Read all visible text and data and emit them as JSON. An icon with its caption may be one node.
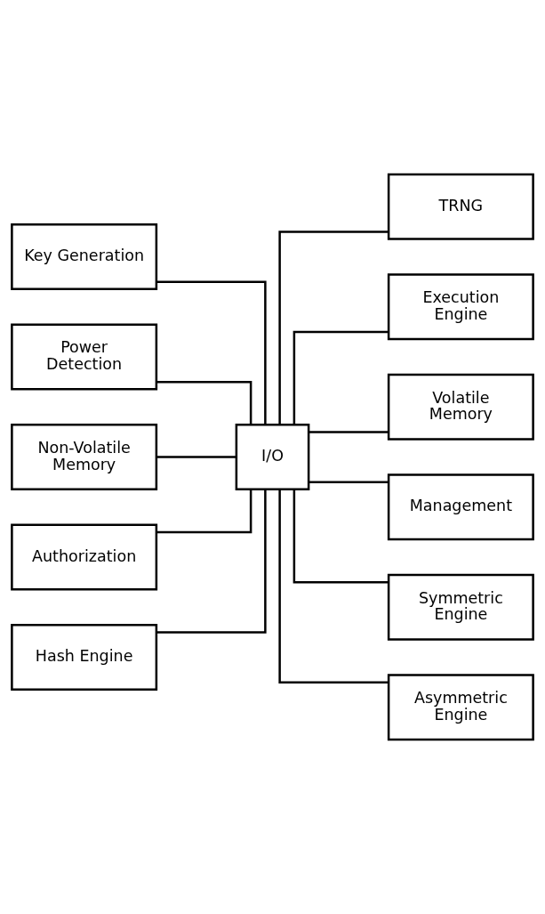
{
  "diagram": {
    "nodes": [
      {
        "text": [
          "I/O"
        ]
      },
      {
        "text": [
          "Key Generation"
        ]
      },
      {
        "text": [
          "Power Detection"
        ]
      },
      {
        "text": [
          "Non-Volatile Memory"
        ]
      },
      {
        "text": [
          "Authorization"
        ]
      },
      {
        "text": [
          "Hash Engine"
        ]
      },
      {
        "text": [
          "TRNG"
        ]
      },
      {
        "text": [
          "Execution Engine"
        ]
      },
      {
        "text": [
          "Volatile Memory"
        ]
      },
      {
        "text": [
          "Management"
        ]
      },
      {
        "text": [
          "Symmetric Engine"
        ]
      },
      {
        "text": [
          "Asymmetric Engine"
        ]
      }
    ],
    "edges": [
      {
        "from": 0,
        "to": 6,
        "arrow": "none"
      },
      {
        "from": 0,
        "to": 1,
        "arrow": "none"
      },
      {
        "from": 0,
        "to": 7,
        "arrow": "none"
      },
      {
        "from": 0,
        "to": 2,
        "arrow": "none"
      },
      {
        "from": 0,
        "to": 8,
        "arrow": "none"
      },
      {
        "from": 0,
        "to": 3,
        "arrow": "none"
      },
      {
        "from": 0,
        "to": 9,
        "arrow": "none"
      },
      {
        "from": 0,
        "to": 4,
        "arrow": "none"
      },
      {
        "from": 0,
        "to": 10,
        "arrow": "none"
      },
      {
        "from": 0,
        "to": 5,
        "arrow": "none"
      },
      {
        "from": 0,
        "to": 11,
        "arrow": "none"
      }
    ]
  }
}
